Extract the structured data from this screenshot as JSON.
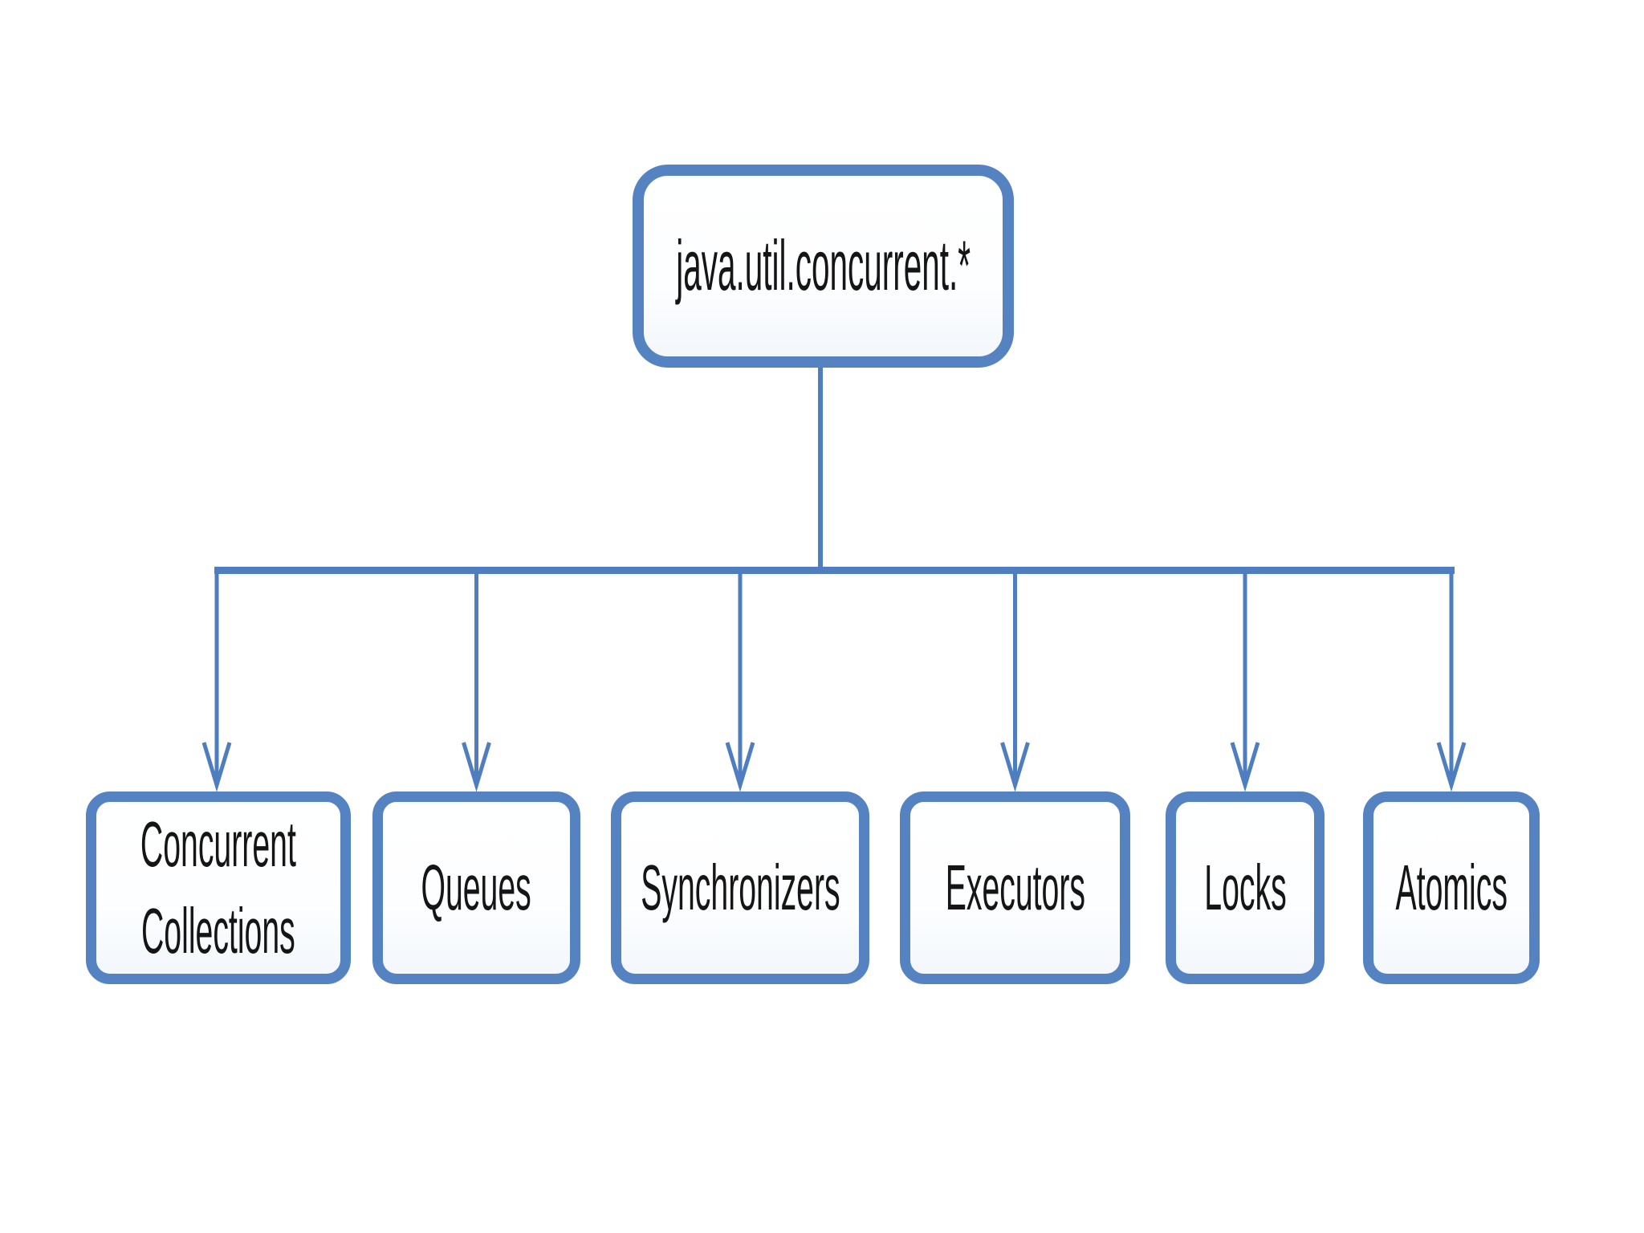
{
  "diagram": {
    "type": "hierarchy",
    "root": {
      "label": "java.util.concurrent.*"
    },
    "children": [
      {
        "label": "Concurrent Collections",
        "lines": [
          "Concurrent",
          "Collections"
        ]
      },
      {
        "label": "Queues"
      },
      {
        "label": "Synchronizers"
      },
      {
        "label": "Executors"
      },
      {
        "label": "Locks"
      },
      {
        "label": "Atomics"
      }
    ],
    "colors": {
      "connector": "#4e7ec0",
      "node_border": "#5583c1",
      "node_fill": "#fdfeff",
      "text": "#151515",
      "background": "#ffffff"
    }
  }
}
